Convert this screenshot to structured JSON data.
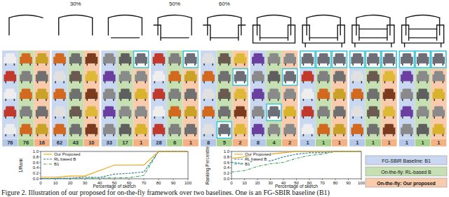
{
  "diagram": {
    "caption": "Figure 2. Illustration of our proposed for on-the-fly framework over two baselines. One is an FG-SBIR baseline (B1)",
    "labels": [
      "30%",
      "50%",
      "60%",
      "76",
      "76",
      "16",
      "62",
      "43",
      "10",
      "33",
      "17",
      "1",
      "28",
      "6",
      "1",
      "8",
      "5",
      "2",
      "8",
      "4",
      "2",
      "1",
      "1",
      "1",
      "1",
      "1",
      "1",
      "1",
      "1",
      "1",
      "1/Rank",
      "0.0",
      "0.2",
      "0.4",
      "0.6",
      "0.8",
      "1.0",
      "0",
      "10",
      "20",
      "30",
      "40",
      "50",
      "60",
      "70",
      "80",
      "90",
      "100",
      "Percentage of sketch",
      "Ranking Percentile",
      "0.0",
      "0.2",
      "0.4",
      "0.6",
      "0.8",
      "1.0",
      "0",
      "10",
      "20",
      "30",
      "40",
      "50",
      "60",
      "70",
      "80",
      "90",
      "100",
      "Percentage of sketch"
    ],
    "legend": [
      {
        "text": "Our Proposed"
      },
      {
        "text": "RL based B"
      },
      {
        "text": "B1"
      },
      {
        "text": "Our Proposed"
      },
      {
        "text": "RL based B"
      },
      {
        "text": "B1"
      },
      {
        "text": "FG-SBIR Baseline: B1",
        "color": "#c9d8f0"
      },
      {
        "text": "On-the-fly: RL-based B",
        "color": "#c6e0b4"
      },
      {
        "text": "On-the-fly: Our proposed",
        "color": "#f8cbad"
      }
    ]
  }
}
